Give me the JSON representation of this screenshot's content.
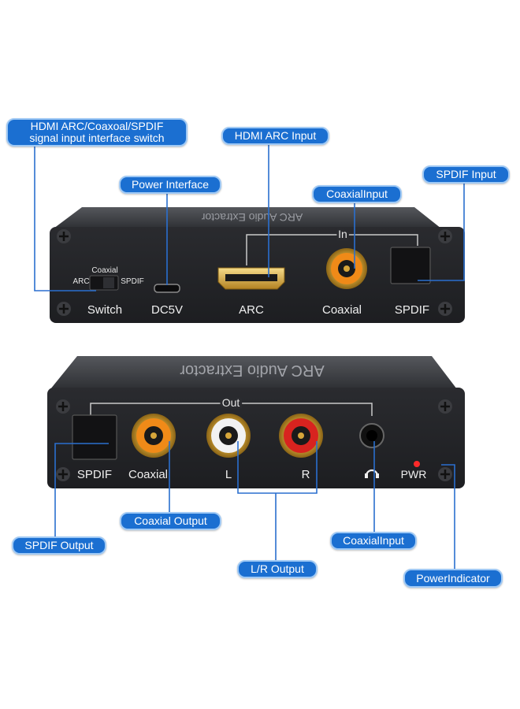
{
  "callouts": {
    "switch_line1": "HDMI ARC/Coaxoal/SPDIF",
    "switch_line2": "signal input interface switch",
    "hdmi_arc_input": "HDMI ARC Input",
    "power_interface": "Power Interface",
    "coaxial_input_top": "CoaxialInput",
    "spdif_input": "SPDIF Input",
    "coaxial_output": "Coaxial Output",
    "spdif_output": "SPDIF Output",
    "coaxial_input_bottom": "CoaxialInput",
    "lr_output": "L/R Output",
    "power_indicator": "PowerIndicator"
  },
  "top_device": {
    "top_label": "ARC Audio Extractor",
    "in_label": "In",
    "switch_coaxial": "Coaxial",
    "switch_arc": "ARC",
    "switch_spdif": "SPDIF",
    "switch_label": "Switch",
    "dc_label": "DC5V",
    "arc_label": "ARC",
    "coaxial_label": "Coaxial",
    "spdif_label": "SPDIF"
  },
  "bottom_device": {
    "top_label": "ARC Audio Extractor",
    "out_label": "Out",
    "spdif_label": "SPDIF",
    "coaxial_label": "Coaxial",
    "l_label": "L",
    "r_label": "R",
    "pwr_label": "PWR"
  },
  "colors": {
    "callout": "#1b6fd1",
    "line": "#2a6fcf",
    "body": "#2c2d31",
    "rca_orange": "#f08a18",
    "rca_red": "#d8231f",
    "rca_white": "#f2f2f2",
    "hdmi_gold": "#d6a63a",
    "led": "#ff2a2a"
  }
}
